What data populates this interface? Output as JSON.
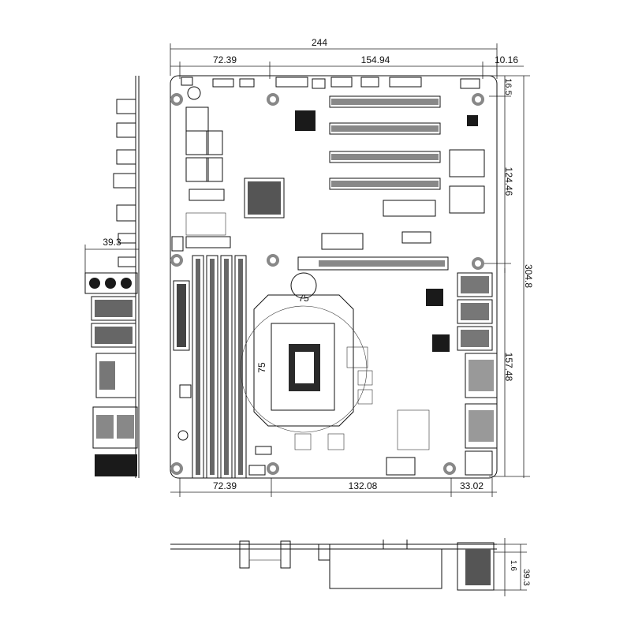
{
  "dimensions": {
    "top_total": "244",
    "top_left": "72.39",
    "top_mid": "154.94",
    "top_right": "10.16",
    "right_top": "16.5",
    "right_mid1": "124.46",
    "right_total": "304.8",
    "right_mid2": "157.48",
    "bottom_left": "72.39",
    "bottom_mid": "132.08",
    "bottom_right": "33.02",
    "left_io": "39.3",
    "socket_h": "75",
    "socket_v": "75",
    "side_pcb": "1.6",
    "side_height": "39.3"
  },
  "colors": {
    "line": "#111111",
    "background": "#ffffff",
    "component": "#1a1a1a"
  }
}
